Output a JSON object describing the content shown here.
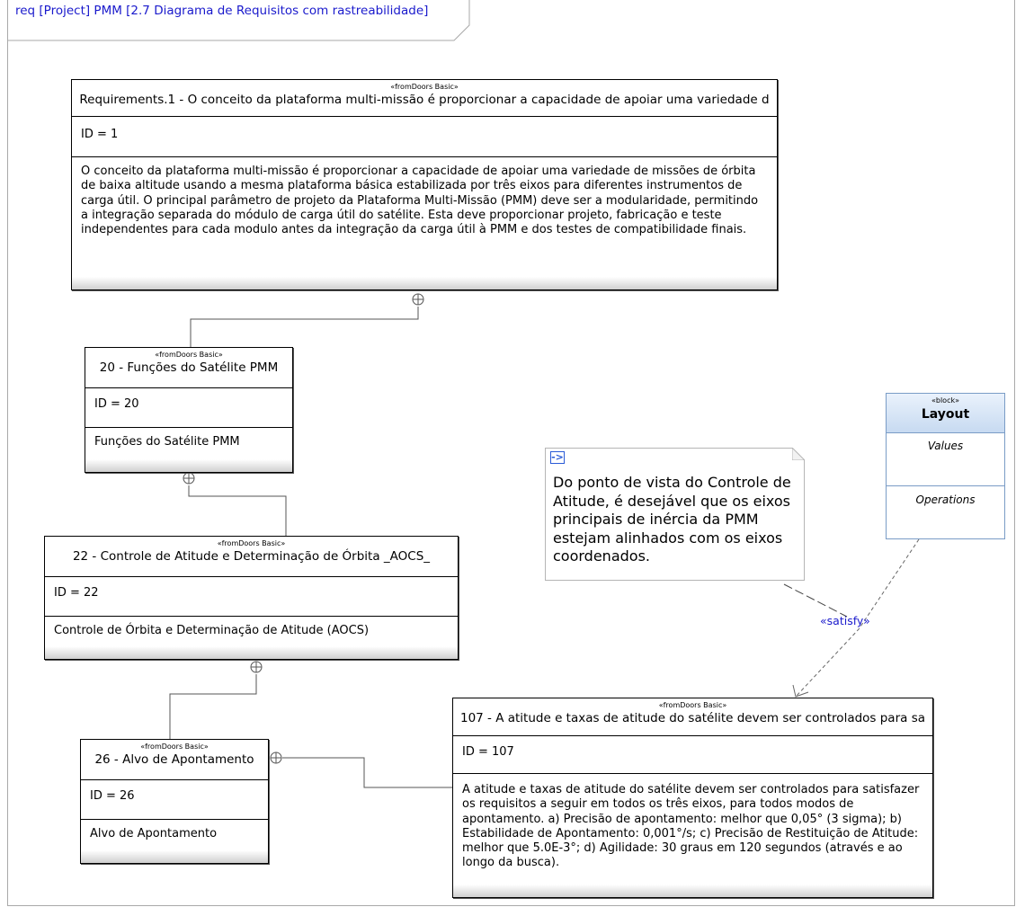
{
  "diagram": {
    "frame_title": "req [Project] PMM [2.7 Diagrama de Requisitos com rastreabilidade]"
  },
  "requirements": [
    {
      "key": "req1",
      "stereotype": "«fromDoors Basic»",
      "name": "Requirements.1 - O conceito da plataforma multi-missão é proporcionar a capacidade de apoiar uma variedade d",
      "id": "ID = 1",
      "text": "O conceito da plataforma multi-missão é proporcionar a capacidade de apoiar uma variedade de missões de órbita de baixa altitude usando a mesma plataforma básica estabilizada por três eixos para diferentes instrumentos de carga útil. O principal parâmetro de projeto da Plataforma Multi-Missão (PMM) deve ser a modularidade, permitindo a integração separada do módulo de carga útil do satélite. Esta deve proporcionar projeto, fabricação e teste independentes para cada modulo antes da integração da carga útil à PMM e dos testes de compatibilidade finais."
    },
    {
      "key": "req20",
      "stereotype": "«fromDoors Basic»",
      "name": "20 - Funções do Satélite PMM",
      "id": "ID = 20",
      "text": "Funções do Satélite PMM"
    },
    {
      "key": "req22",
      "stereotype": "«fromDoors Basic»",
      "name": "22 - Controle de Atitude e Determinação de Órbita _AOCS_",
      "id": "ID = 22",
      "text": "Controle de Órbita e Determinação de Atitude (AOCS)"
    },
    {
      "key": "req26",
      "stereotype": "«fromDoors Basic»",
      "name": "26 - Alvo de Apontamento",
      "id": "ID = 26",
      "text": "Alvo de Apontamento"
    },
    {
      "key": "req107",
      "stereotype": "«fromDoors Basic»",
      "name": "107 - A atitude e taxas de atitude do satélite devem ser controlados para sa",
      "id": "ID = 107",
      "text": "A atitude e taxas de atitude do satélite devem ser controlados para satisfazer os requisitos a seguir em todos os três eixos, para todos modos de apontamento. a) Precisão de apontamento: melhor que 0,05° (3 sigma); b) Estabilidade de Apontamento: 0,001°/s; c) Precisão de Restituição de Atitude: melhor que 5.0E-3°; d) Agilidade: 30 graus em 120 segundos (através e ao longo da busca)."
    }
  ],
  "block": {
    "stereotype": "«block»",
    "name": "Layout",
    "values_label": "Values",
    "operations_label": "Operations"
  },
  "note": {
    "text": "Do ponto de vista do Controle de Atitude, é desejável que os eixos principais de inércia da PMM estejam alinhados com os eixos coordenados."
  },
  "relations": {
    "satisfy_label": "«satisfy»"
  }
}
